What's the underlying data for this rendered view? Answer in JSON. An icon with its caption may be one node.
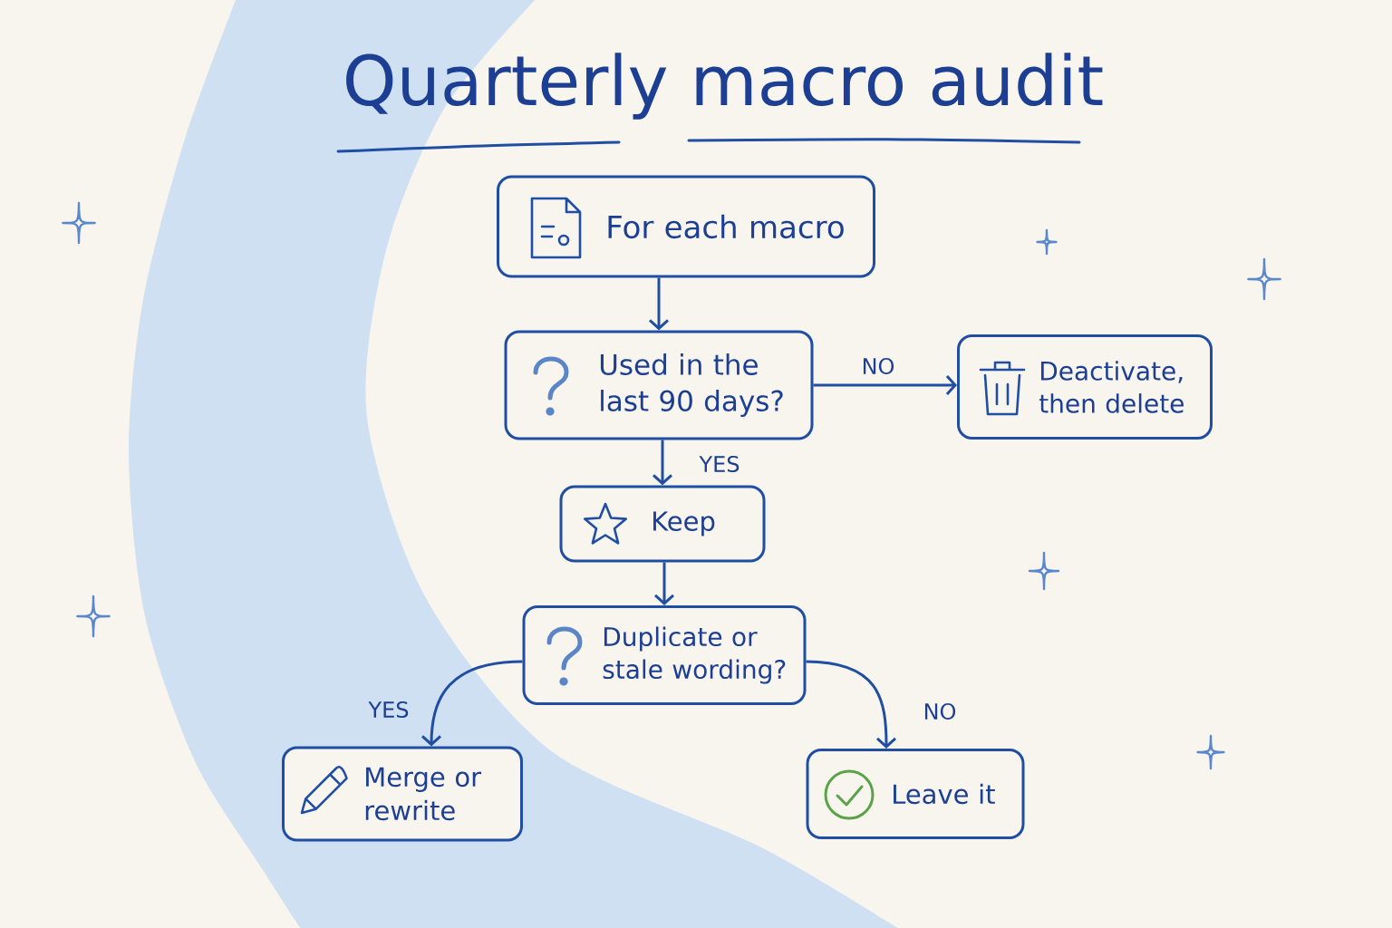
{
  "diagram": {
    "title": "Quarterly macro audit",
    "nodes": [
      {
        "text": [
          "For each macro"
        ]
      },
      {
        "text": [
          "Used in the last 90 days?"
        ]
      },
      {
        "text": [
          "Deactivate, then delete"
        ]
      },
      {
        "text": [
          "Keep"
        ]
      },
      {
        "text": [
          "Duplicate or stale wording?"
        ]
      },
      {
        "text": [
          "Merge or rewrite"
        ]
      },
      {
        "text": [
          "Leave it"
        ]
      }
    ],
    "edges": [
      {
        "from": 0,
        "to": 1,
        "arrow": "to"
      },
      {
        "from": 1,
        "to": 2,
        "arrow": "to",
        "label": "NO"
      },
      {
        "from": 1,
        "to": 3,
        "arrow": "to",
        "label": "YES"
      },
      {
        "from": 3,
        "to": 4,
        "arrow": "to"
      },
      {
        "from": 4,
        "to": 5,
        "arrow": "to",
        "label": "YES"
      },
      {
        "from": 4,
        "to": 6,
        "arrow": "to",
        "label": "NO"
      }
    ]
  }
}
